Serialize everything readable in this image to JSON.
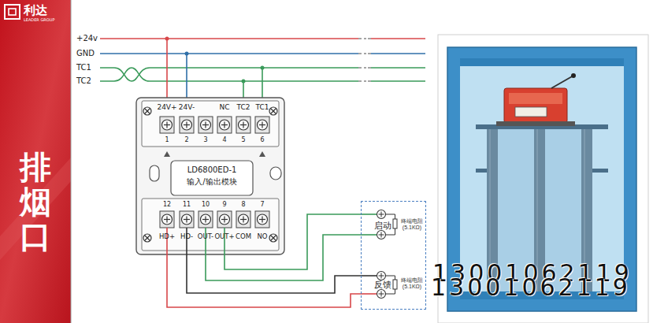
{
  "diagram": {
    "nodes": [
      {
        "text": [
          "排烟口"
        ]
      },
      {
        "text": [
          "LD6800ED-1",
          "输入/输出模块"
        ]
      },
      {
        "text": [
          "启动",
          "终端电阻 (5.1KΩ)",
          "反馈",
          "终端电阻 (5.1KΩ)"
        ]
      }
    ],
    "edges": [
      {
        "from": 1,
        "to": 2,
        "arrow": "none"
      },
      {
        "from": 1,
        "to": 2,
        "arrow": "none"
      },
      {
        "from": 1,
        "to": 2,
        "arrow": "none"
      },
      {
        "from": 1,
        "to": 2,
        "arrow": "none"
      }
    ],
    "labels": [
      "+24v",
      "GND",
      "TC1",
      "TC2",
      "24V+",
      "24V-",
      "NC",
      "TC2",
      "TC1",
      "1",
      "2",
      "3",
      "4",
      "5",
      "6",
      "12",
      "11",
      "10",
      "9",
      "8",
      "7",
      "HD+",
      "HD-",
      "OUT-",
      "OUT+",
      "COM",
      "NO",
      "利达",
      "LEADER GROUP",
      "13001062119",
      "13001062119"
    ]
  }
}
